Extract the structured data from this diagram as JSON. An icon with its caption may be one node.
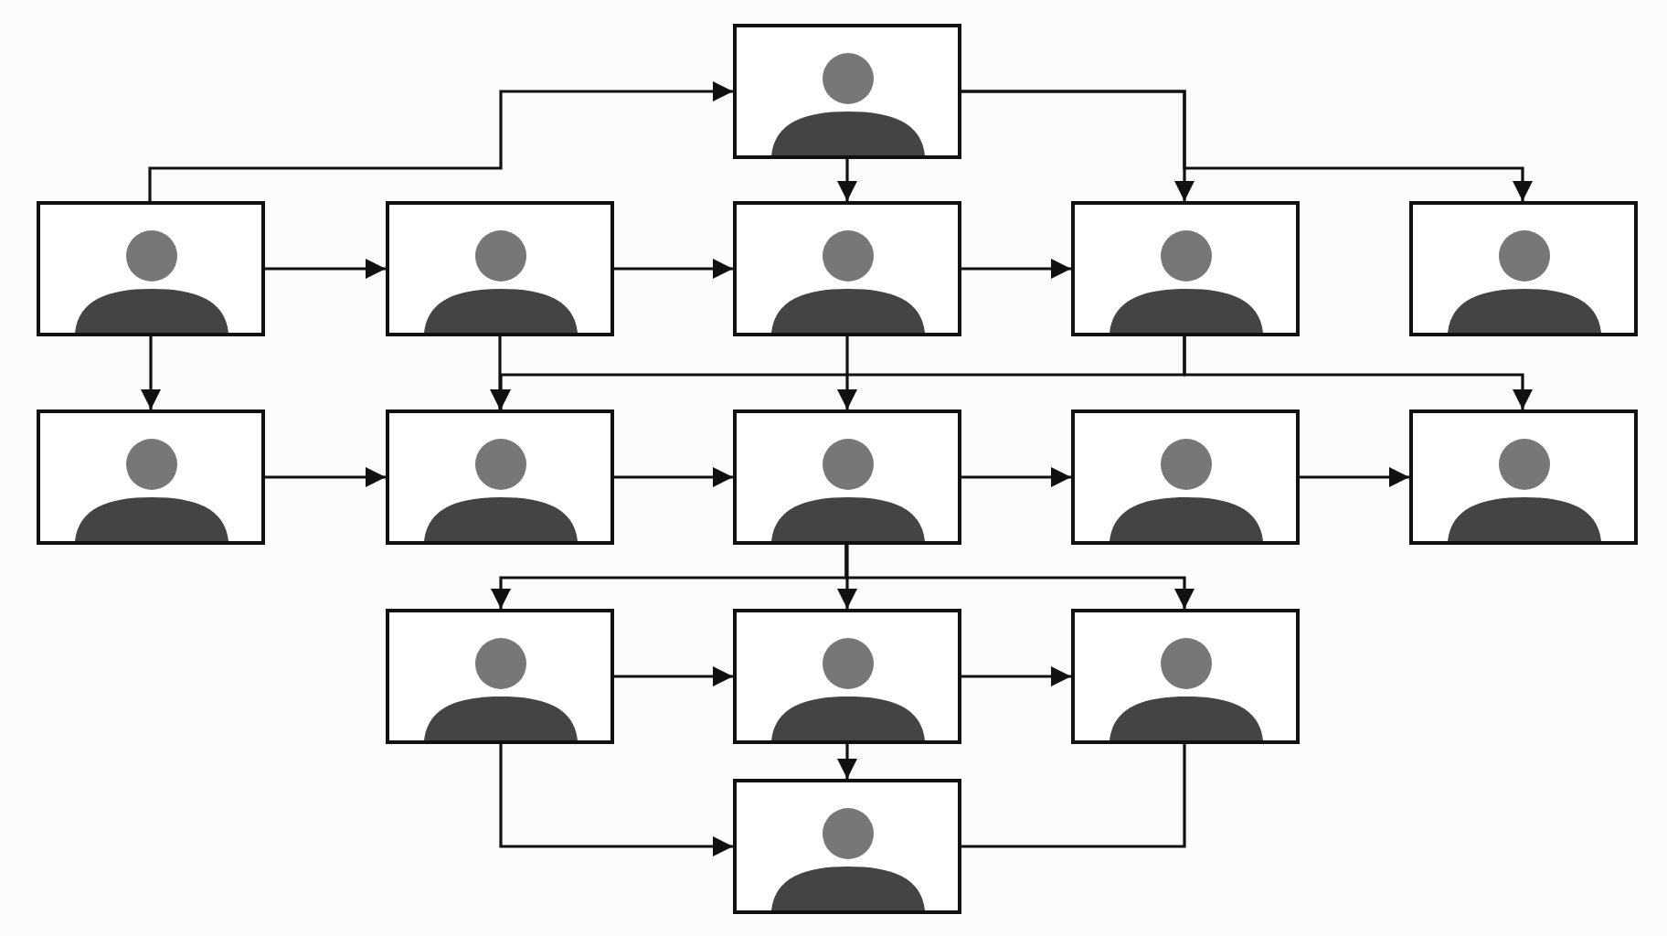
{
  "diagram": {
    "nodes": [
      {
        "text": [],
        "shape": "picture"
      },
      {
        "text": [],
        "shape": "picture"
      },
      {
        "text": [],
        "shape": "picture"
      },
      {
        "text": [],
        "shape": "picture"
      },
      {
        "text": [],
        "shape": "picture"
      },
      {
        "text": [],
        "shape": "picture"
      },
      {
        "text": [],
        "shape": "picture"
      },
      {
        "text": [],
        "shape": "picture"
      },
      {
        "text": [],
        "shape": "picture"
      },
      {
        "text": [],
        "shape": "picture"
      },
      {
        "text": [],
        "shape": "picture"
      },
      {
        "text": [],
        "shape": "picture"
      },
      {
        "text": [],
        "shape": "picture"
      },
      {
        "text": [],
        "shape": "picture"
      },
      {
        "text": [],
        "shape": "picture"
      }
    ],
    "edges": [
      {
        "from": 1,
        "to": 0,
        "arrow": "to"
      },
      {
        "from": 0,
        "to": 3,
        "arrow": "to"
      },
      {
        "from": 0,
        "to": 4,
        "arrow": "to"
      },
      {
        "from": 0,
        "to": 5,
        "arrow": "to"
      },
      {
        "from": 1,
        "to": 2,
        "arrow": "to"
      },
      {
        "from": 2,
        "to": 3,
        "arrow": "to"
      },
      {
        "from": 3,
        "to": 4,
        "arrow": "to"
      },
      {
        "from": 1,
        "to": 6,
        "arrow": "to"
      },
      {
        "from": 2,
        "to": 7,
        "arrow": "to"
      },
      {
        "from": 3,
        "to": 8,
        "arrow": "to"
      },
      {
        "from": 4,
        "to": 10,
        "arrow": "to"
      },
      {
        "from": 4,
        "to": 7,
        "arrow": "to"
      },
      {
        "from": 6,
        "to": 7,
        "arrow": "to"
      },
      {
        "from": 7,
        "to": 8,
        "arrow": "to"
      },
      {
        "from": 8,
        "to": 9,
        "arrow": "to"
      },
      {
        "from": 9,
        "to": 10,
        "arrow": "to"
      },
      {
        "from": 8,
        "to": 11,
        "arrow": "to"
      },
      {
        "from": 8,
        "to": 12,
        "arrow": "to"
      },
      {
        "from": 8,
        "to": 13,
        "arrow": "to"
      },
      {
        "from": 11,
        "to": 12,
        "arrow": "to"
      },
      {
        "from": 12,
        "to": 13,
        "arrow": "to"
      },
      {
        "from": 12,
        "to": 14,
        "arrow": "to"
      },
      {
        "from": 11,
        "to": 14,
        "arrow": "to"
      },
      {
        "from": 13,
        "to": 14,
        "arrow": "none"
      }
    ]
  }
}
